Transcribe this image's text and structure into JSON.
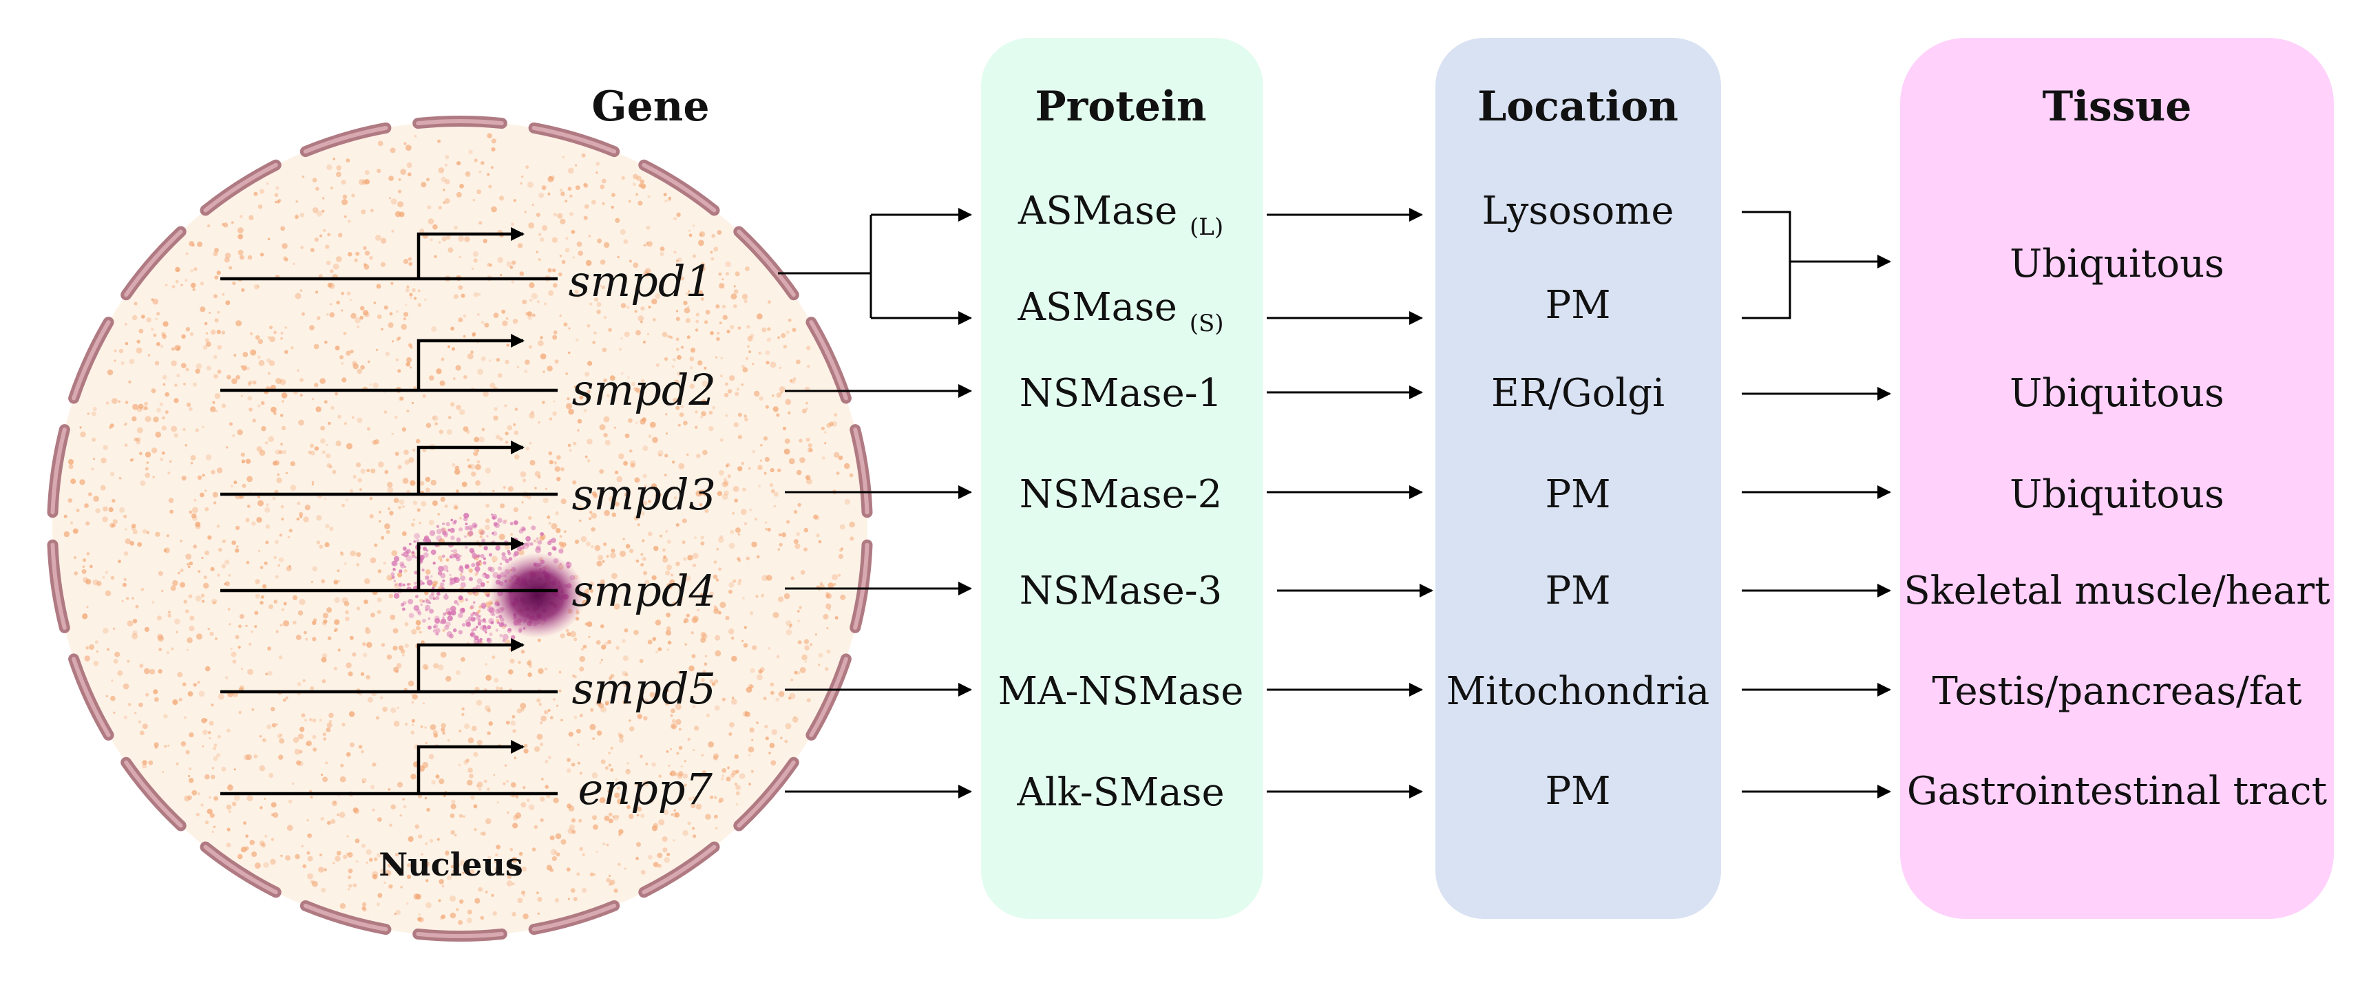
{
  "headers": {
    "gene": "Gene",
    "protein": "Protein",
    "location": "Location",
    "tissue": "Tissue"
  },
  "nucleus_label": "Nucleus",
  "genes": [
    "smpd1",
    "smpd2",
    "smpd3",
    "smpd4",
    "smpd5",
    "enpp7"
  ],
  "proteins": [
    {
      "name": "ASMase ",
      "sub": "(L)"
    },
    {
      "name": "ASMase ",
      "sub": "(S)"
    },
    {
      "name": "NSMase-1",
      "sub": ""
    },
    {
      "name": "NSMase-2",
      "sub": ""
    },
    {
      "name": "NSMase-3",
      "sub": ""
    },
    {
      "name": "MA-NSMase",
      "sub": ""
    },
    {
      "name": "Alk-SMase",
      "sub": ""
    }
  ],
  "locations": [
    "Lysosome",
    "PM",
    "ER/Golgi",
    "PM",
    "PM",
    "Mitochondria",
    "PM"
  ],
  "tissues": [
    "Ubiquitous",
    "Ubiquitous",
    "Ubiquitous",
    "Skeletal muscle/heart",
    "Testis/pancreas/fat",
    "Gastrointestinal tract"
  ],
  "colors": {
    "protein_panel": "#e3fcf0",
    "location_panel": "#d9e2f3",
    "tissue_panel": "#ffd1fb",
    "nucleus_fill": "#fdf2e6",
    "nucleus_speckle": "#f2a470",
    "envelope": "#b07a82",
    "nucleolus": "#8a1f6e"
  }
}
